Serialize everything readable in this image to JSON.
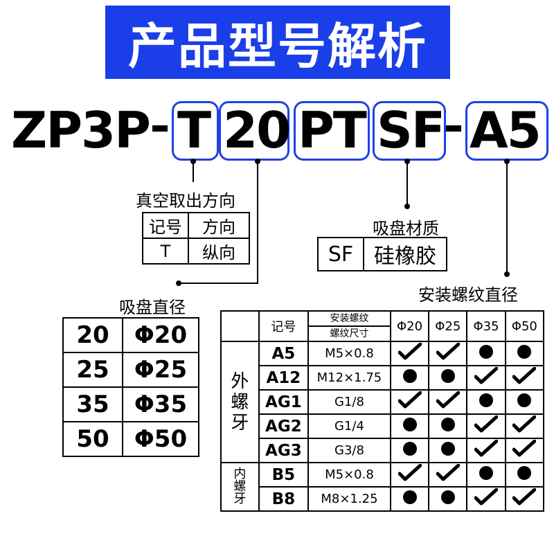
{
  "title": "产品型号解析",
  "model": {
    "prefix": "ZP3P",
    "sep1": "-",
    "direction": "T",
    "diameter": "20",
    "type": "PT",
    "material": "SF",
    "sep2": "-",
    "thread": "A5"
  },
  "direction_section": {
    "label": "真空取出方向",
    "header": [
      "记号",
      "方向"
    ],
    "rows": [
      [
        "T",
        "纵向"
      ]
    ]
  },
  "material_section": {
    "label": "吸盘材质",
    "rows": [
      [
        "SF",
        "硅橡胶"
      ]
    ]
  },
  "diameter_section": {
    "label": "吸盘直径",
    "rows": [
      [
        "20",
        "Φ20"
      ],
      [
        "25",
        "Φ25"
      ],
      [
        "35",
        "Φ35"
      ],
      [
        "50",
        "Φ50"
      ]
    ]
  },
  "thread_section": {
    "label": "安装螺纹直径",
    "header": {
      "code": "记号",
      "thread_top": "安装螺纹",
      "thread_bottom": "螺纹尺寸",
      "cols": [
        "Φ20",
        "Φ25",
        "Φ35",
        "Φ50"
      ]
    },
    "groups": [
      {
        "name": "外螺牙",
        "rows": [
          {
            "code": "A5",
            "size": "M5×0.8",
            "marks": [
              "check",
              "check",
              "dot",
              "dot"
            ]
          },
          {
            "code": "A12",
            "size": "M12×1.75",
            "marks": [
              "dot",
              "dot",
              "check",
              "check"
            ]
          },
          {
            "code": "AG1",
            "size": "G1/8",
            "marks": [
              "check",
              "check",
              "dot",
              "dot"
            ]
          },
          {
            "code": "AG2",
            "size": "G1/4",
            "marks": [
              "dot",
              "dot",
              "check",
              "check"
            ]
          },
          {
            "code": "AG3",
            "size": "G3/8",
            "marks": [
              "dot",
              "dot",
              "check",
              "check"
            ]
          }
        ]
      },
      {
        "name": "内螺牙",
        "rows": [
          {
            "code": "B5",
            "size": "M5×0.8",
            "marks": [
              "check",
              "check",
              "dot",
              "dot"
            ]
          },
          {
            "code": "B8",
            "size": "M8×1.25",
            "marks": [
              "dot",
              "dot",
              "check",
              "check"
            ]
          }
        ]
      }
    ]
  }
}
